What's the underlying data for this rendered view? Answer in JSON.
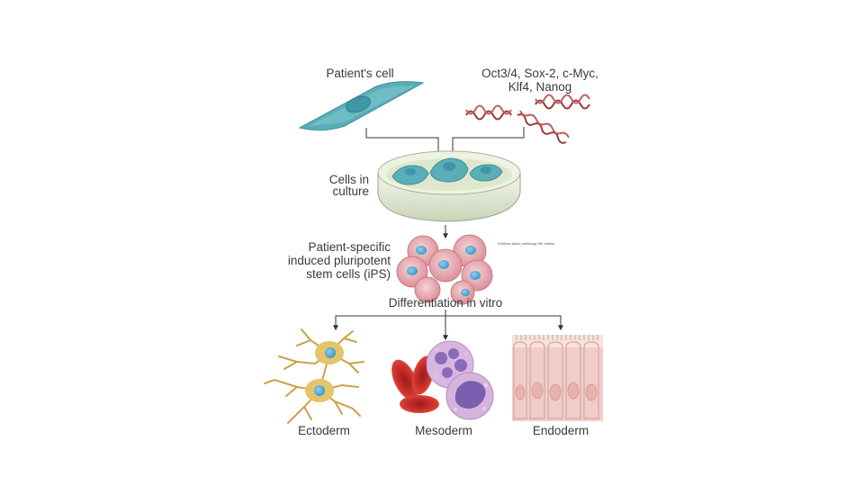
{
  "labels": {
    "patients_cell": "Patient's cell",
    "factors_line1": "Oct3/4, Sox-2, c-Myc,",
    "factors_line2": "Klf4, Nanog",
    "culture_line1": "Cells in",
    "culture_line2": "culture",
    "ips_line1": "Patient-specific",
    "ips_line2": "induced pluripotent",
    "ips_line3": "stem cells (iPS)",
    "differentiation": "Differentiation in vitro",
    "ectoderm": "Ectoderm",
    "mesoderm": "Mesoderm",
    "endoderm": "Endoderm"
  },
  "side_note": "Robbins basic pathology 9th edition",
  "colors": {
    "cell_teal": "#5aaeb8",
    "nucleus_blue": "#4ea7d6",
    "ips_pink": "#e7a9b0",
    "dna_red": "#9a3a3a",
    "neuron_yellow": "#e6c46a",
    "rbc_red": "#c8302a",
    "wbc_purple": "#b58bc6",
    "endo_pink": "#f0c2bd",
    "arrow": "#333333"
  }
}
